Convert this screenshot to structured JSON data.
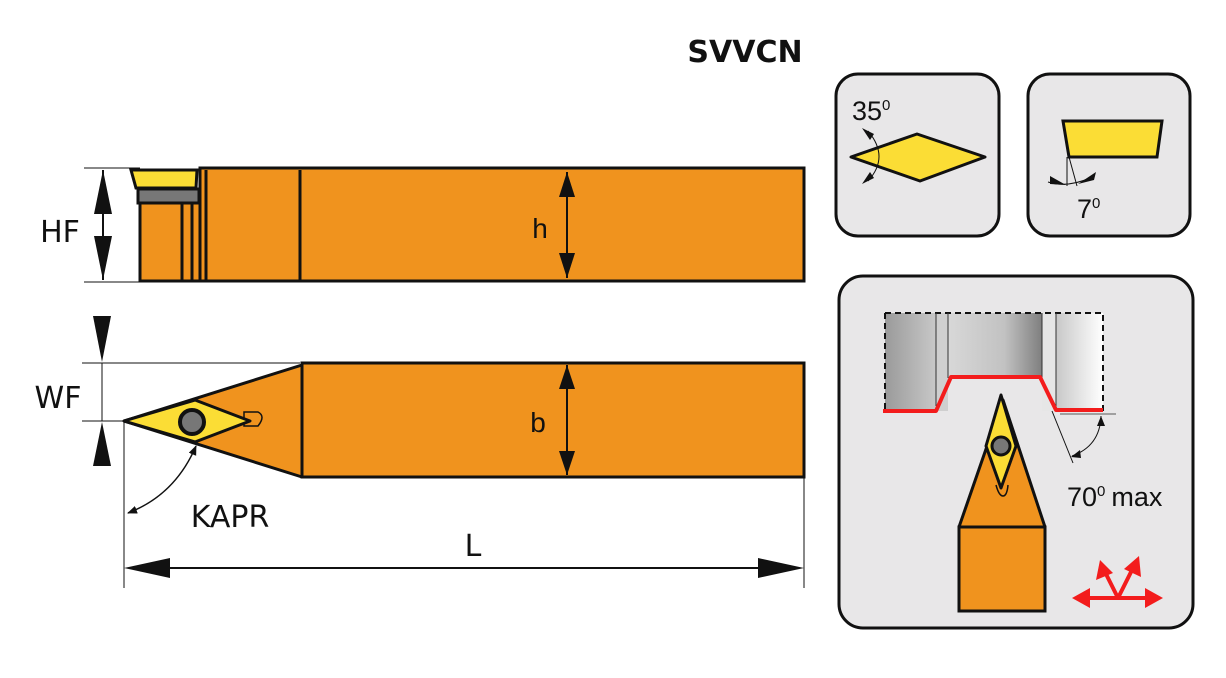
{
  "title": "SVVCN",
  "colors": {
    "holder": "#f0931e",
    "insert": "#fbdd35",
    "shim": "#777777",
    "panel_bg": "#e8e7e8",
    "workpiece_red": "#f31c1c",
    "outline": "#111111"
  },
  "side_view": {
    "height_label": "HF",
    "shank_height_label": "h"
  },
  "top_view": {
    "width_label": "WF",
    "shank_width_label": "b",
    "angle_label": "KAPR",
    "length_label": "L"
  },
  "insert_shape_panel": {
    "angle_value": "35",
    "angle_unit_sup": "0"
  },
  "clearance_panel": {
    "angle_value": "7",
    "angle_unit_sup": "0"
  },
  "application_panel": {
    "angle_value": "70",
    "angle_unit_sup": "0",
    "angle_suffix": "max",
    "feed_directions_icon": "multi-direction-feed-arrows"
  }
}
